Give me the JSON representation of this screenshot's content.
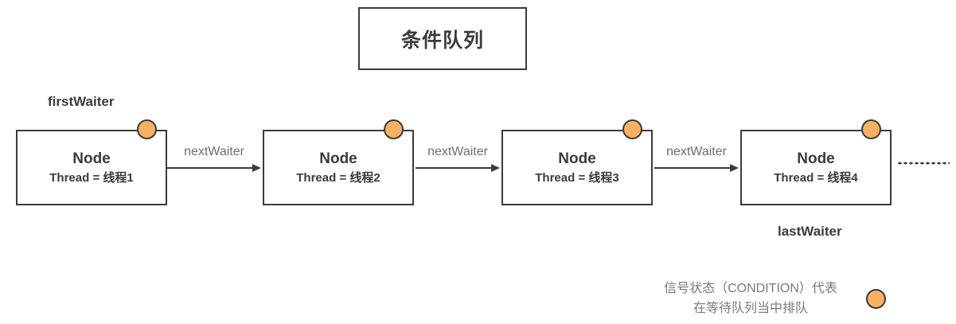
{
  "diagram": {
    "title": "条件队列",
    "accent_color": "#f7b163",
    "line_color": "#3b3b3b",
    "label_color": "#6d6d6d"
  },
  "pointers": {
    "first": "firstWaiter",
    "last": "lastWaiter"
  },
  "nodes": [
    {
      "title": "Node",
      "thread": "Thread = 线程1"
    },
    {
      "title": "Node",
      "thread": "Thread = 线程2"
    },
    {
      "title": "Node",
      "thread": "Thread = 线程3"
    },
    {
      "title": "Node",
      "thread": "Thread = 线程4"
    }
  ],
  "connectors": [
    {
      "label": "nextWaiter"
    },
    {
      "label": "nextWaiter"
    },
    {
      "label": "nextWaiter"
    }
  ],
  "legend": {
    "line1": "信号状态（CONDITION）代表",
    "line2": "在等待队列当中排队",
    "swatch_color": "#f7b163"
  }
}
